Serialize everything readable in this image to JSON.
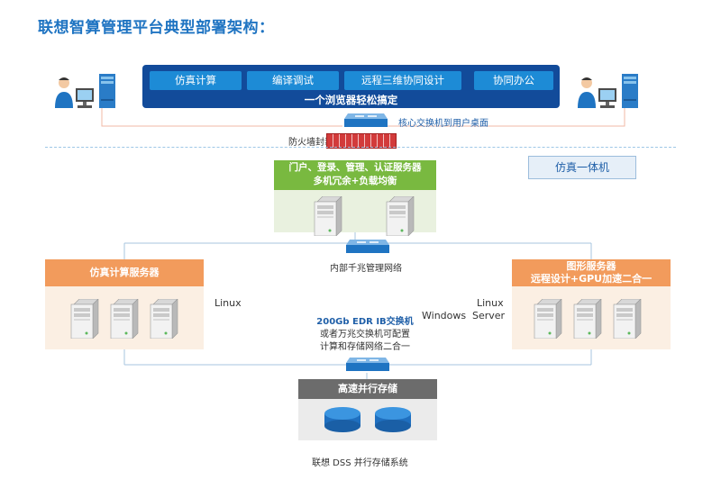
{
  "title": "联想智算管理平台典型部署架构：",
  "portal_bar": {
    "buttons": [
      "仿真计算",
      "编译调试",
      "远程三维协同设计",
      "协同办公"
    ],
    "subtitle": "一个浏览器轻松搞定"
  },
  "core_switch_label": "核心交换机到用户桌面",
  "firewall_label": "防火墙封装",
  "integrated_label": "仿真一体机",
  "portal_servers": {
    "line1": "门户、登录、管理、认证服务器",
    "line2": "多机冗余+负载均衡"
  },
  "internal_network_label": "内部千兆管理网络",
  "compute_servers": {
    "title": "仿真计算服务器",
    "os": "Linux"
  },
  "graphics_servers": {
    "line1": "图形服务器",
    "line2": "远程设计+GPU加速二合一",
    "os_linux": "Linux",
    "os_windows": "Windows",
    "os_server": "Server"
  },
  "ib_network": {
    "line1": "200Gb EDR IB交换机",
    "line2": "或者万兆交换机可配置",
    "line3": "计算和存储网络二合一"
  },
  "storage": {
    "title": "高速并行存储"
  },
  "footer": "联想 DSS 并行存储系统",
  "colors": {
    "title_blue": "#1f74c2",
    "navy": "#124b9a",
    "button_blue": "#1d8bd6",
    "green": "#79b940",
    "orange": "#f29b5c",
    "storage_gray": "#6c6c6c"
  },
  "icons": [
    "user-icon",
    "monitor-icon",
    "tower-pc-icon",
    "network-switch-icon",
    "firewall-icon",
    "server-icon",
    "disk-icon"
  ]
}
